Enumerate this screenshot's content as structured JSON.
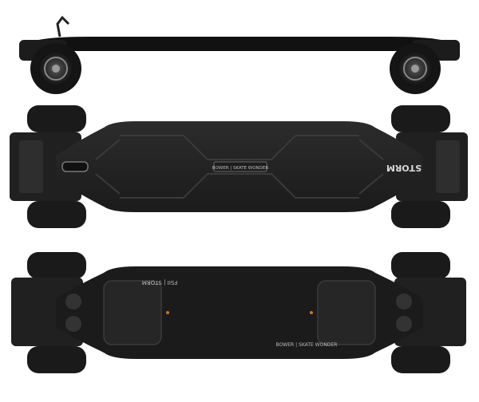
{
  "image": {
    "subject": "electric skateboard",
    "views": [
      "side",
      "top",
      "bottom"
    ]
  },
  "top_deck": {
    "logo_text": "BOWER | SKATE WONDER",
    "rear_text": "STORM"
  },
  "bottom_deck": {
    "logo_text": "BOWER | SKATE WONDER",
    "model_text": "FSII | STORM"
  }
}
